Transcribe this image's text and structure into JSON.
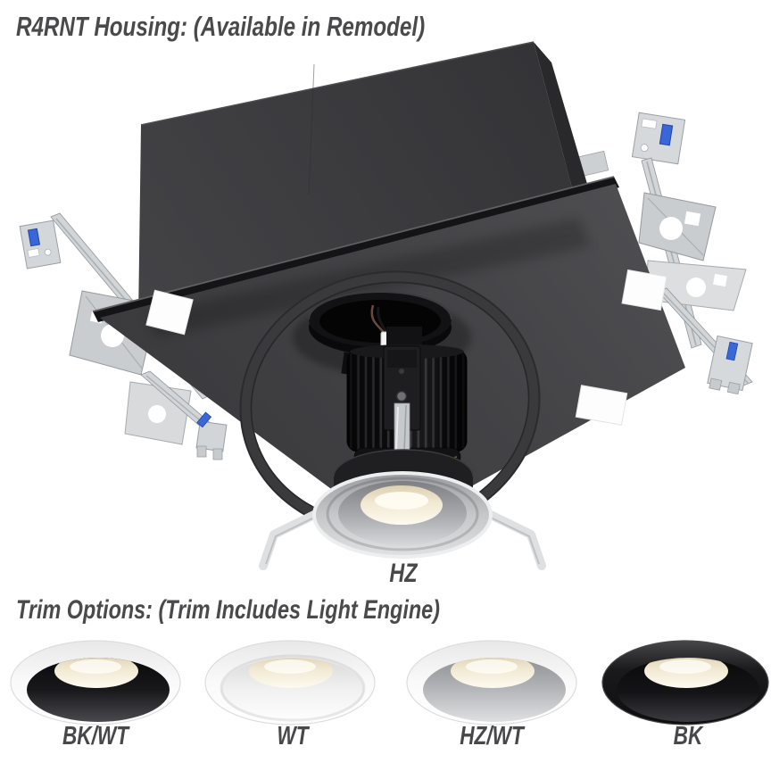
{
  "header": {
    "title": "R4RNT Housing: (Available in Remodel)"
  },
  "product": {
    "trim_label": "HZ",
    "colors": {
      "housing_gray": "#3c3c3e",
      "pan_gray": "#454548",
      "hardware_silver": "#d3d6d8",
      "clip_blue": "#3a67d8",
      "trim_haze_silver": "#b5b6b9",
      "lens_warm_white": "#f4ebd5",
      "text_gray": "#4a4a4c"
    }
  },
  "trim_options": {
    "heading": "Trim Options: (Trim Includes Light Engine)",
    "options": [
      {
        "label": "BK/WT",
        "flange_color": "#f6f6f7",
        "cone_color": "#141416"
      },
      {
        "label": "WT",
        "flange_color": "#f6f6f7",
        "cone_color": "#f0f0f1"
      },
      {
        "label": "HZ/WT",
        "flange_color": "#f6f6f7",
        "cone_color": "#b0b1b4"
      },
      {
        "label": "BK",
        "flange_color": "#1d1d1f",
        "cone_color": "#101012"
      }
    ]
  }
}
